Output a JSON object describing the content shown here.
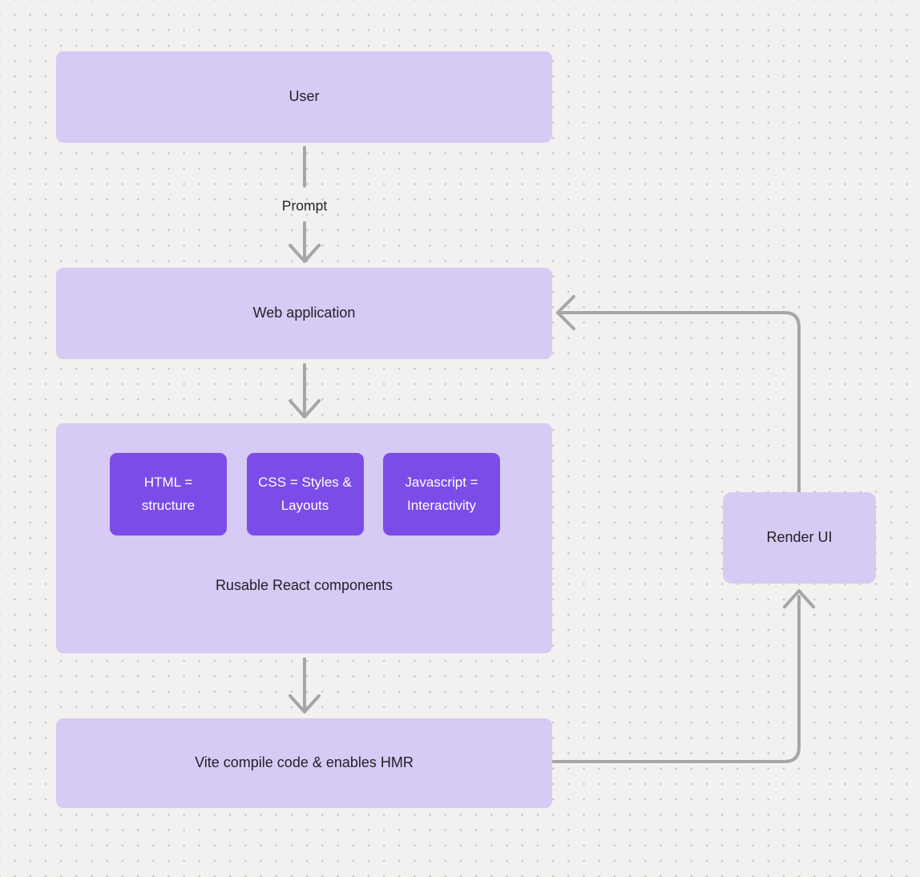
{
  "diagram": {
    "nodes": {
      "user": "User",
      "web_application": "Web application",
      "vite": "Vite compile code & enables HMR",
      "render_ui": "Render UI"
    },
    "group": {
      "caption": "Rusable React components",
      "chips": [
        "HTML = structure",
        "CSS = Styles & Layouts",
        "Javascript = Interactivity"
      ]
    },
    "edge_labels": {
      "prompt": "Prompt"
    },
    "colors": {
      "background": "#f2f1ef",
      "grid_dot": "#c7c5c2",
      "node_fill": "#d7caf4",
      "chip_fill": "#7c4ce8",
      "chip_text": "#ffffff",
      "node_text": "#212129",
      "arrow": "#a8a6a4"
    }
  }
}
